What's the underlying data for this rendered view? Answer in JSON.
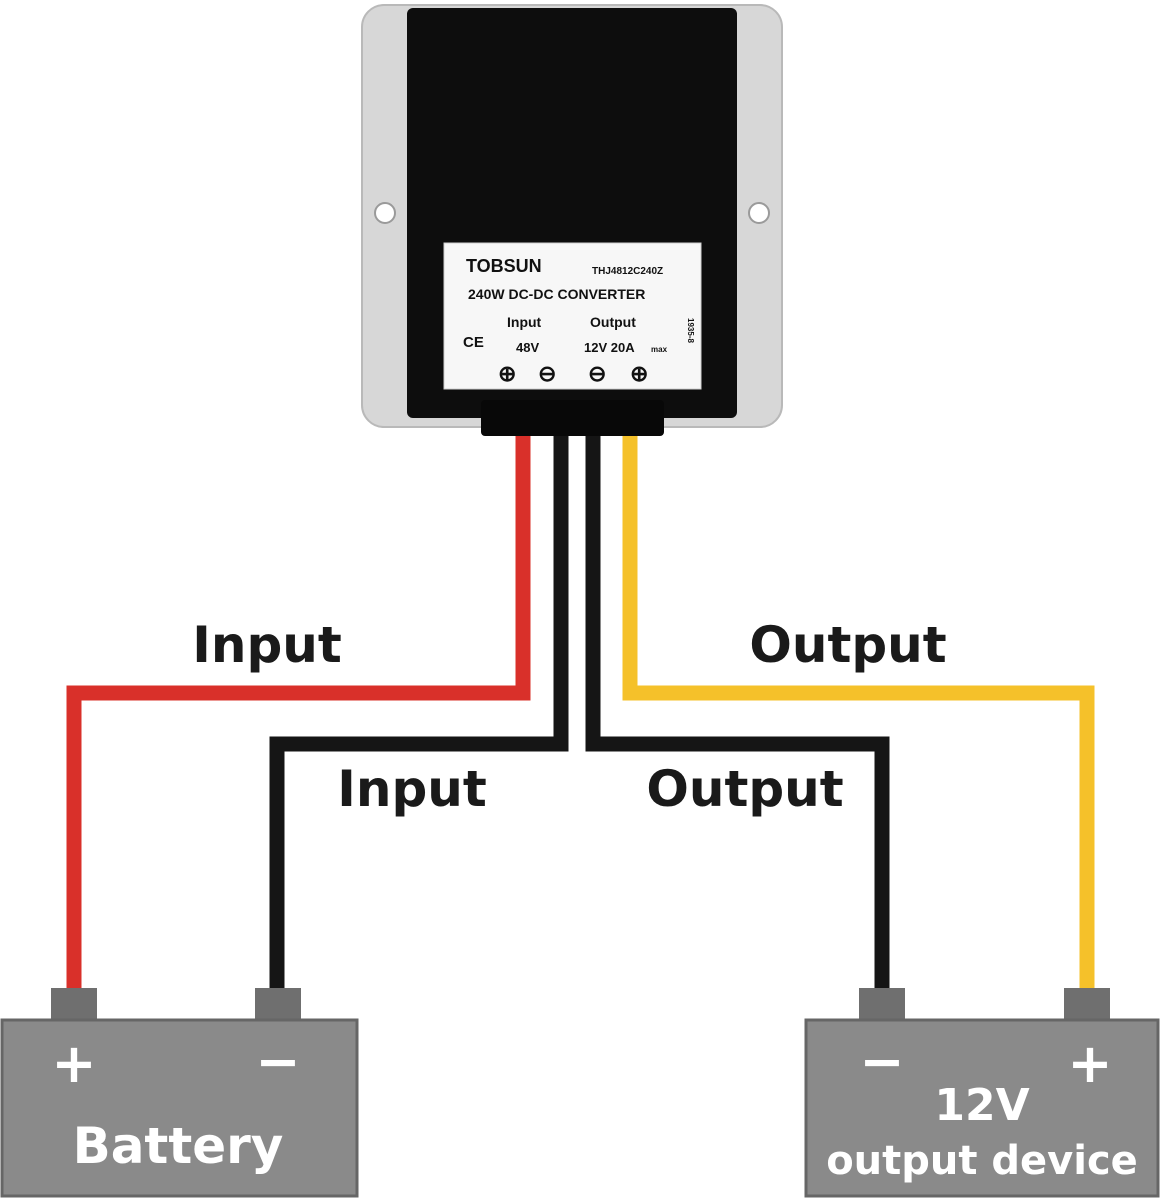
{
  "converter": {
    "brand": "TOBSUN",
    "model": "THJ4812C240Z",
    "title": "240W DC-DC CONVERTER",
    "ce_mark": "CE",
    "input_heading": "Input",
    "input_value": "48V",
    "output_heading": "Output",
    "output_value": "12V 20A",
    "output_suffix": "max",
    "side_code": "1935-8",
    "terminal_symbols": [
      "⊕",
      "⊖",
      "⊖",
      "⊕"
    ]
  },
  "wire_labels": {
    "input_red": "Input",
    "input_black": "Input",
    "output_yellow": "Output",
    "output_black": "Output"
  },
  "battery": {
    "plus": "+",
    "minus": "−",
    "name": "Battery"
  },
  "device": {
    "minus": "−",
    "plus": "+",
    "line1": "12V",
    "line2": "output device"
  },
  "colors": {
    "red_wire": "#d9302a",
    "black_wire": "#151515",
    "yellow_wire": "#f5c12a",
    "box_gray": "#8a8a8a",
    "terminal_gray": "#6f6f6f"
  }
}
